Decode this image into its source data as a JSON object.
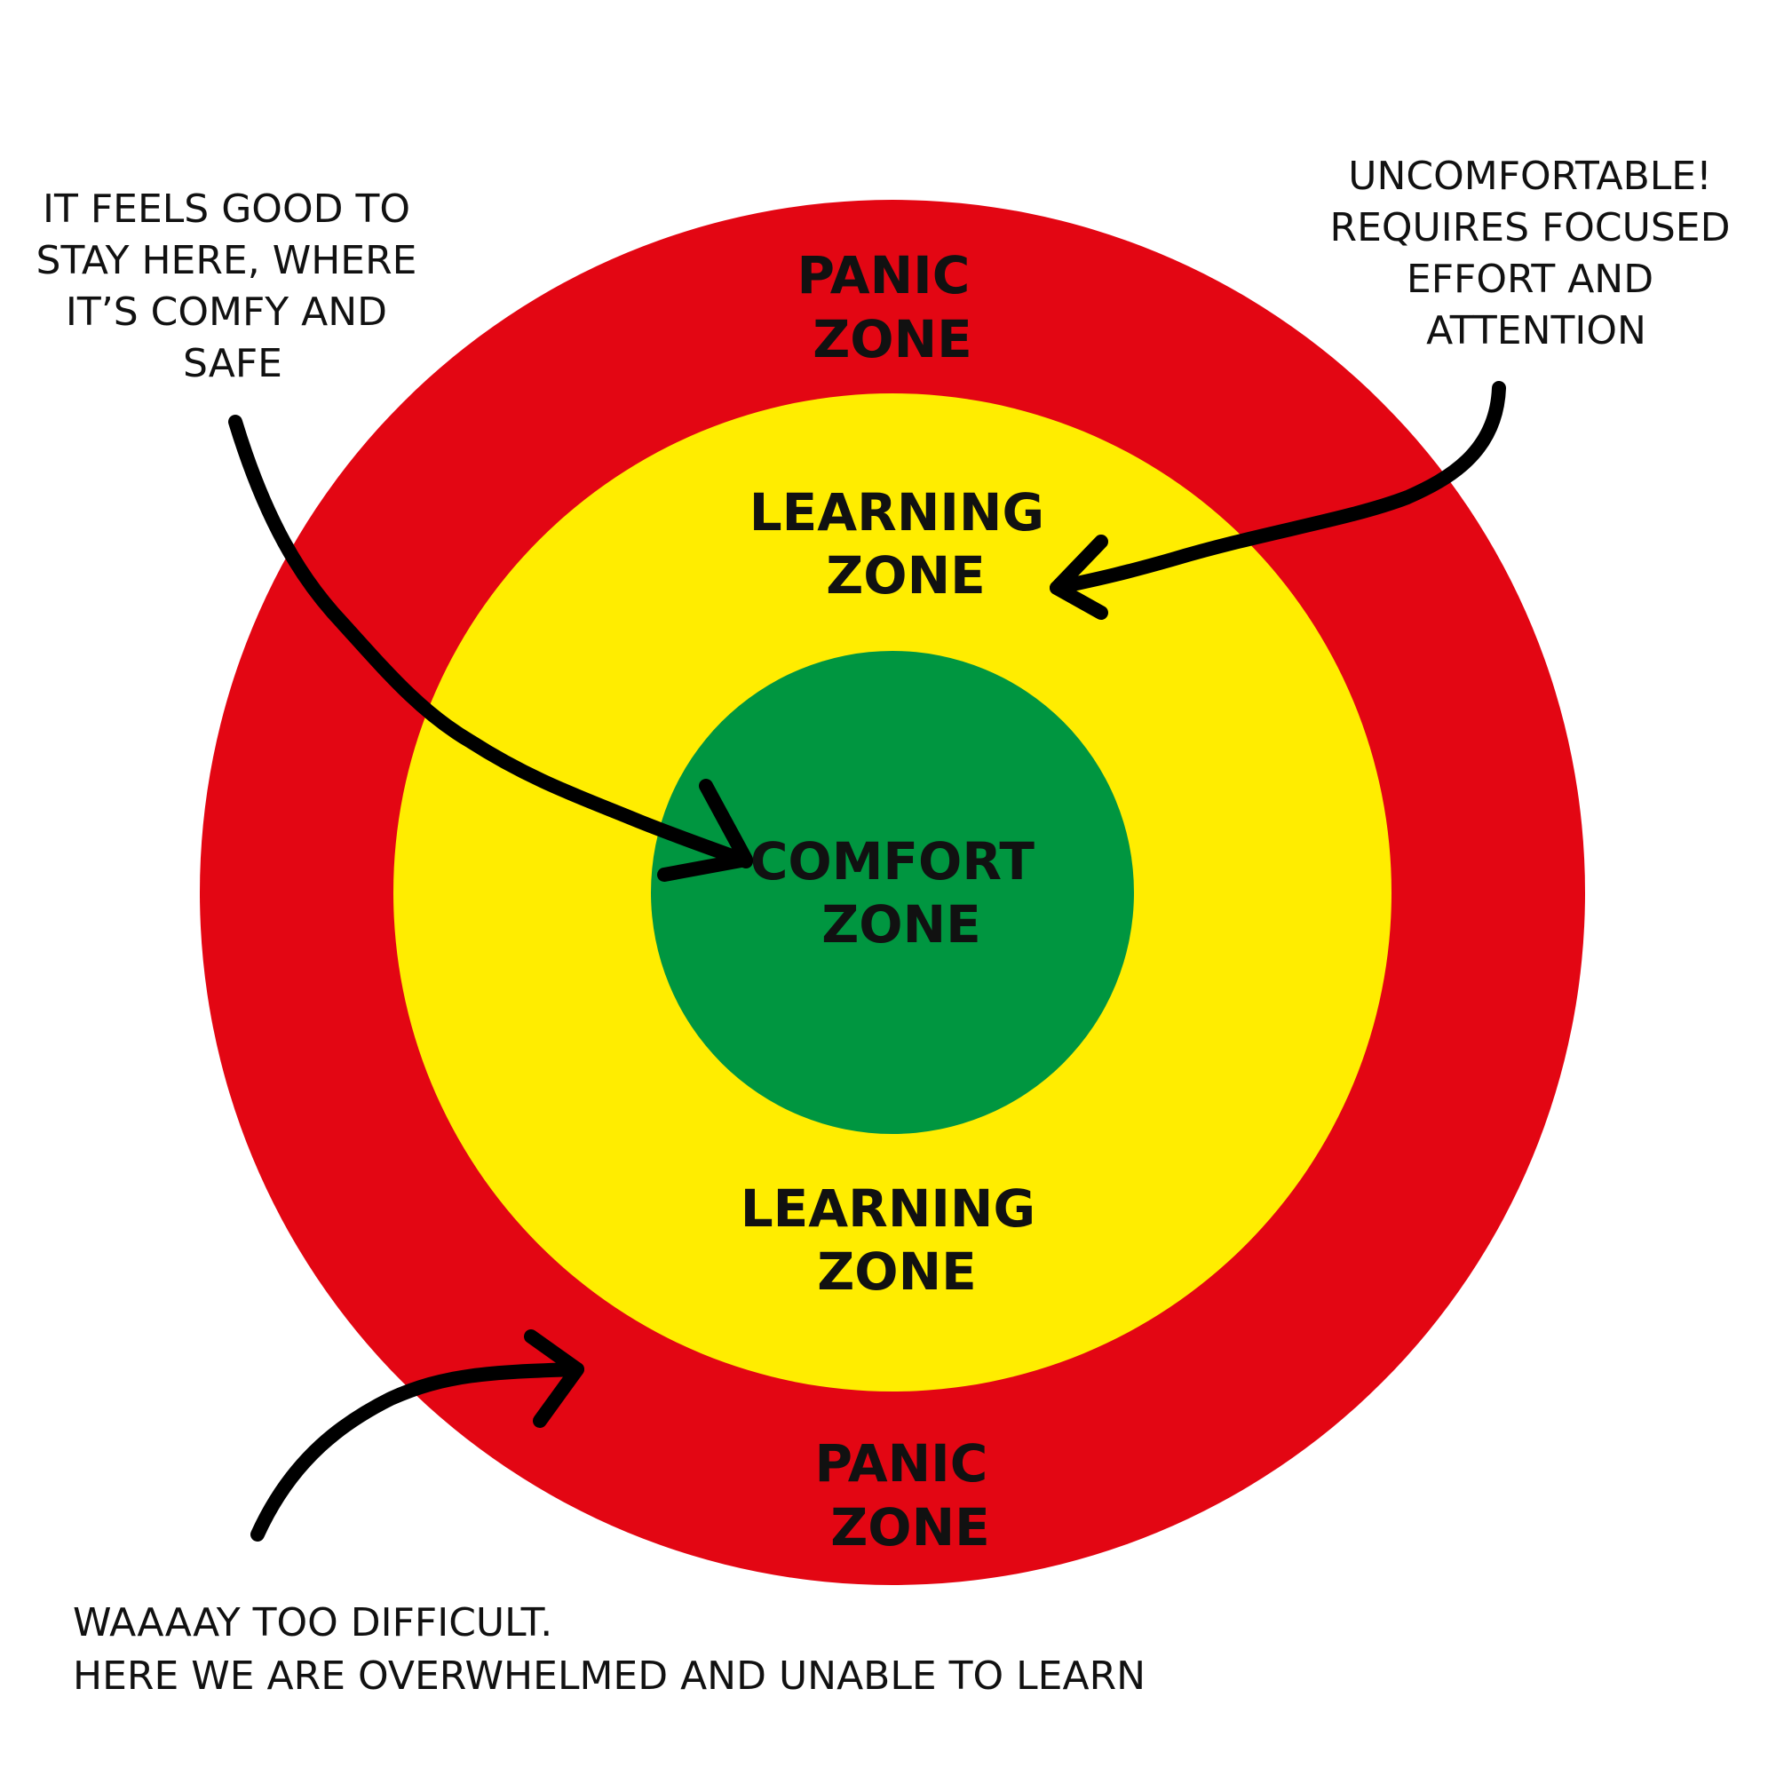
{
  "colors": {
    "panic": "#e30613",
    "learning": "#ffed00",
    "comfort": "#009640",
    "ink": "#000000",
    "background": "#ffffff"
  },
  "zones": {
    "panic_top": [
      "PANIC",
      "ZONE"
    ],
    "learning_top": [
      "LEARNING",
      "ZONE"
    ],
    "comfort": [
      "COMFORT",
      "ZONE"
    ],
    "learning_bottom": [
      "LEARNING",
      "ZONE"
    ],
    "panic_bottom": [
      "PANIC",
      "ZONE"
    ]
  },
  "notes": {
    "comfort": [
      "IT FEELS GOOD TO",
      "STAY HERE, WHERE",
      "IT’S COMFY AND",
      "SAFE"
    ],
    "learning": [
      "UNCOMFORTABLE!",
      "REQUIRES FOCUSED",
      "EFFORT AND",
      "ATTENTION"
    ],
    "panic": [
      "WAAAAY TOO DIFFICULT.",
      "HERE WE ARE OVERWHELMED AND UNABLE TO LEARN"
    ]
  }
}
